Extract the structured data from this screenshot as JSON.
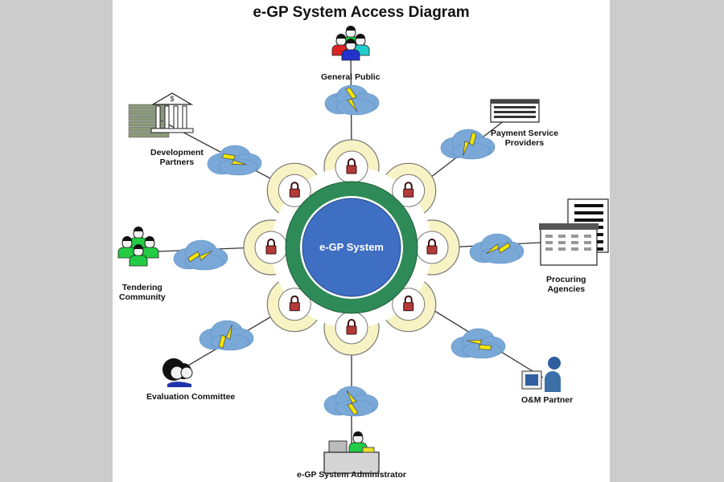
{
  "title": "e-GP System Access Diagram",
  "center": {
    "label": "e-GP System"
  },
  "colors": {
    "core_blue": "#3f6fc2",
    "ring_green": "#2e8b57",
    "petal_fill": "#f7f3c4",
    "cloud_blue": "#7aa9d8",
    "bolt_yellow": "#f2e600",
    "lock_red": "#b33a3a"
  },
  "stakeholders": [
    {
      "id": "general-public",
      "label": "General Public",
      "icon": "people-group-icon"
    },
    {
      "id": "payment-service-providers",
      "label": "Payment Service\nProviders",
      "icon": "building-icon"
    },
    {
      "id": "procuring-agencies",
      "label": "Procuring\nAgencies",
      "icon": "office-building-icon"
    },
    {
      "id": "om-partner",
      "label": "O&M Partner",
      "icon": "computer-user-icon"
    },
    {
      "id": "system-administrator",
      "label": "e-GP System Administrator",
      "icon": "admin-desk-icon"
    },
    {
      "id": "evaluation-committee",
      "label": "Evaluation Committee",
      "icon": "committee-faces-icon"
    },
    {
      "id": "tendering-community",
      "label": "Tendering\nCommunity",
      "icon": "people-group-icon"
    },
    {
      "id": "development-partners",
      "label": "Development\nPartners",
      "icon": "bank-icon"
    }
  ],
  "connection": {
    "cloud_icon": "cloud-icon",
    "link_icon": "lightning-bolt-icon",
    "gate_icon": "lock-icon"
  }
}
